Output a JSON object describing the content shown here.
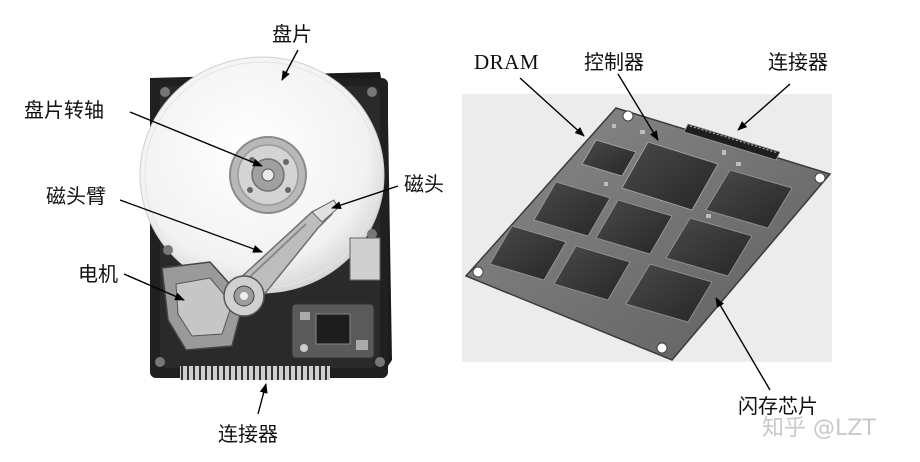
{
  "hdd": {
    "labels": {
      "platter": "盘片",
      "spindle": "盘片转轴",
      "arm": "磁头臂",
      "head": "磁头",
      "motor": "电机",
      "connector": "连接器"
    }
  },
  "ssd": {
    "labels": {
      "dram": "DRAM",
      "controller": "控制器",
      "connector": "连接器",
      "flash": "闪存芯片"
    }
  },
  "watermark": "知乎 @LZT"
}
